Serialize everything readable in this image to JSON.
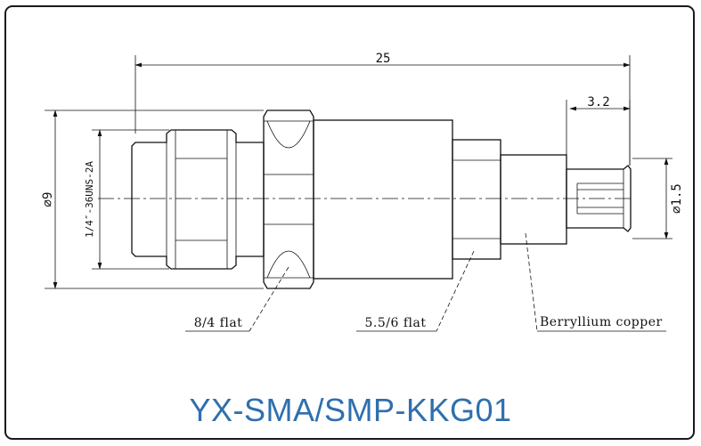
{
  "drawing": {
    "overall_length": "25",
    "pin_length": "3.2",
    "body_diameter": "⌀9",
    "pin_diameter": "⌀1.5",
    "thread_spec": "1/4″-36UNS-2A",
    "callout_sma_flat": "8/4 flat",
    "callout_smp_flat": "5.5/6 flat",
    "callout_material": "Berryllium copper"
  },
  "title": "YX-SMA/SMP-KKG01",
  "colors": {
    "title": "#2f6fae",
    "line": "#111111",
    "frame": "#1a1a1a"
  }
}
